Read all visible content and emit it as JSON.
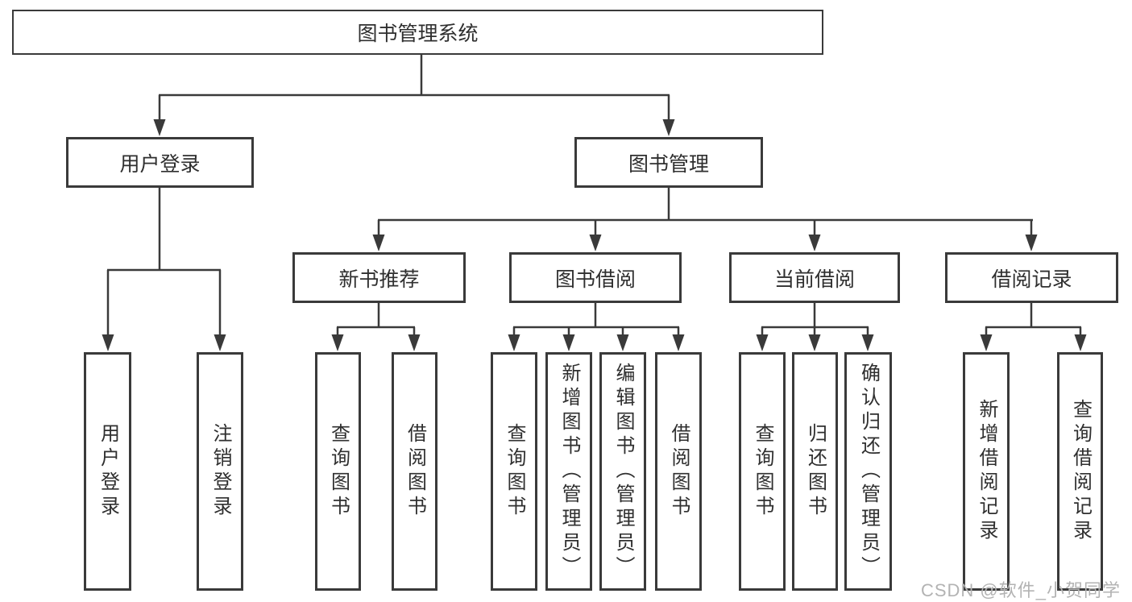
{
  "diagram": {
    "title": "图书管理系统",
    "level2": {
      "user_login": "用户登录",
      "book_management": "图书管理"
    },
    "level3": {
      "new_book_recommend": "新书推荐",
      "book_borrow": "图书借阅",
      "current_borrow": "当前借阅",
      "borrow_records": "借阅记录"
    },
    "leaves": {
      "user_login": "用户登录",
      "logout": "注销登录",
      "rec_query_book": "查询图书",
      "rec_borrow_book": "借阅图书",
      "bor_query_book": "查询图书",
      "bor_add_book_admin": "新增图书（管理员）",
      "bor_edit_book_admin": "编辑图书（管理员）",
      "bor_borrow_book": "借阅图书",
      "cur_query_book": "查询图书",
      "cur_return_book": "归还图书",
      "cur_confirm_return_admin": "确认归还（管理员）",
      "rcd_add_borrow_record": "新增借阅记录",
      "rcd_query_borrow_record": "查询借阅记录"
    },
    "watermark": "CSDN @软件_小贺同学",
    "colors": {
      "line": "#3a3a3a",
      "text": "#2f2f2f",
      "watermark": "#b3b3b3",
      "background": "#ffffff"
    }
  }
}
